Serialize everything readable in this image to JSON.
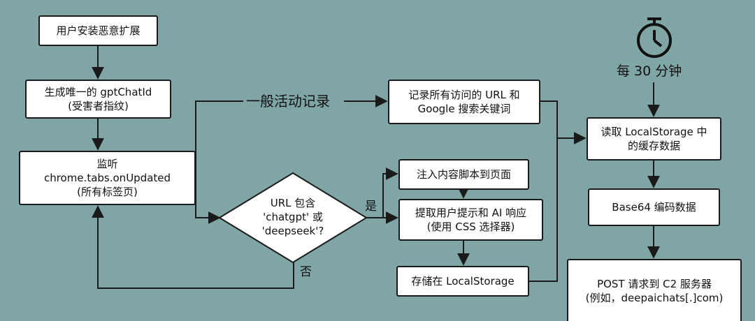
{
  "nodes": {
    "install": [
      "用户安装恶意扩展"
    ],
    "gen_id": [
      "生成唯一的 gptChatId",
      "(受害者指纹)"
    ],
    "listen": [
      "监听",
      "chrome.tabs.onUpdated",
      "(所有标签页)"
    ],
    "decision": [
      "URL 包含",
      "'chatgpt' 或",
      "'deepseek'?"
    ],
    "record": [
      "记录所有访问的 URL 和",
      "Google 搜索关键词"
    ],
    "inject": [
      "注入内容脚本到页面"
    ],
    "extract": [
      "提取用户提示和 AI 响应",
      "(使用 CSS 选择器)"
    ],
    "store": [
      "存储在 LocalStorage"
    ],
    "read": [
      "读取 LocalStorage 中",
      "的缓存数据"
    ],
    "encode": [
      "Base64 编码数据"
    ],
    "post": [
      "POST 请求到 C2 服务器",
      "(例如，deepaichats[.]com)"
    ]
  },
  "labels": {
    "general_activity": "一般活动记录",
    "yes": "是",
    "no": "否",
    "timer": "每 30 分钟"
  },
  "icons": {
    "timer": "stopwatch-icon"
  },
  "colors": {
    "background": "#7fa5a5",
    "box_fill": "#ffffff",
    "stroke": "#1a1a1a"
  }
}
